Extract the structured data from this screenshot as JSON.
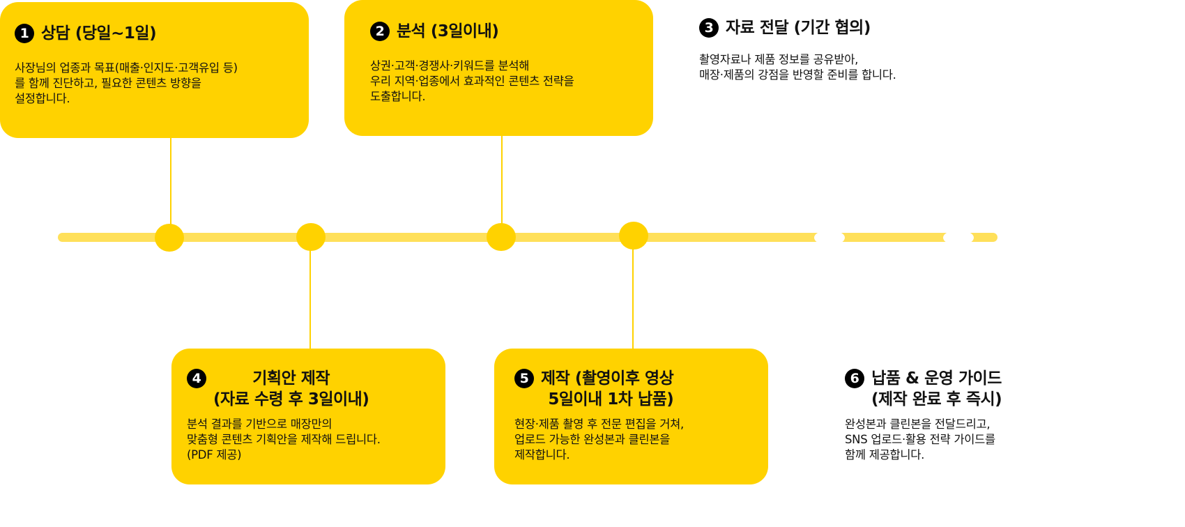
{
  "colors": {
    "box": "#FFD200",
    "timeline": "#FFE05A",
    "number_badge": "#000000"
  },
  "steps": [
    {
      "num": "1",
      "title": "상담 (당일~1일)",
      "desc": "사장님의 업종과 목표(매출·인지도·고객유입 등)\n를 함께 진단하고, 필요한 콘텐츠 방향을\n설정합니다."
    },
    {
      "num": "2",
      "title": "분석 (3일이내)",
      "desc": "상권·고객·경쟁사·키워드를 분석해\n우리 지역·업종에서 효과적인 콘텐츠 전략을\n도출합니다."
    },
    {
      "num": "3",
      "title": "자료 전달 (기간 협의)",
      "desc": "촬영자료나 제품 정보를 공유받아,\n매장·제품의 강점을 반영할 준비를 합니다."
    },
    {
      "num": "4",
      "title": "기획안 제작\n(자료 수령 후 3일이내)",
      "desc": "분석 결과를 기반으로 매장만의\n맞춤형 콘텐츠 기획안을 제작해 드립니다.\n(PDF 제공)"
    },
    {
      "num": "5",
      "title": "제작 (촬영이후 영상\n5일이내 1차 납품)",
      "desc": "현장·제품 촬영 후 전문 편집을 거쳐,\n업로드 가능한 완성본과 클린본을\n제작합니다."
    },
    {
      "num": "6",
      "title": "납품 & 운영 가이드\n(제작 완료 후 즉시)",
      "desc": "완성본과 클린본을 전달드리고,\nSNS 업로드·활용 전략 가이드를\n함께 제공합니다."
    }
  ]
}
